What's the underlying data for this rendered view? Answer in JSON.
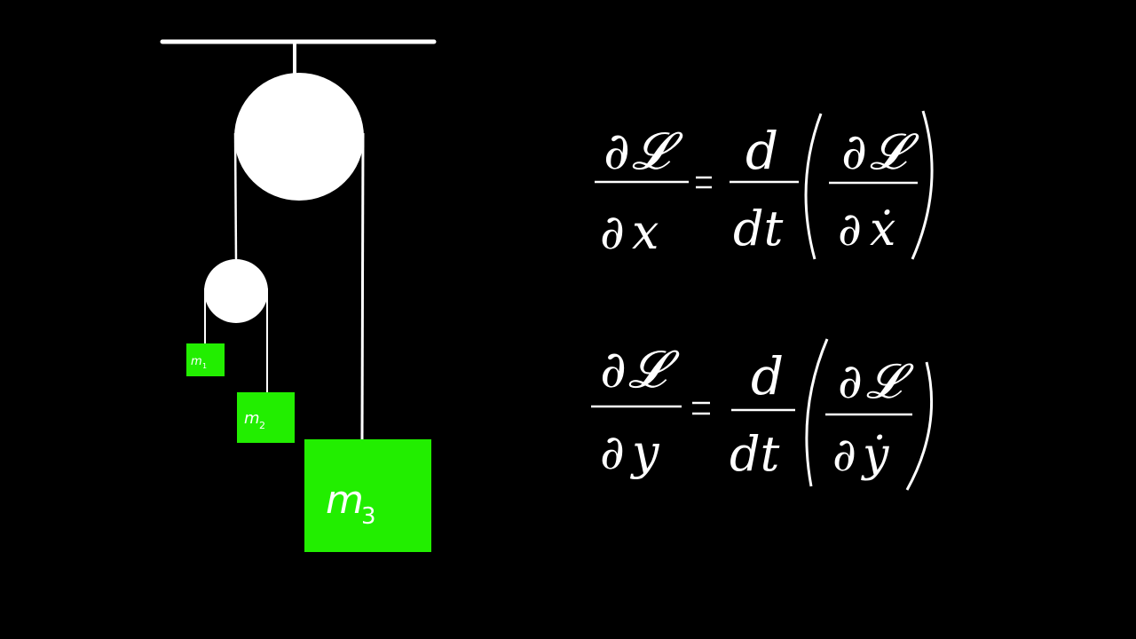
{
  "colors": {
    "background": "#000000",
    "chalk": "#ffffff",
    "mass": "#22ee00"
  },
  "masses": [
    {
      "label": "m",
      "subscript": "1"
    },
    {
      "label": "m",
      "subscript": "2"
    },
    {
      "label": "m",
      "subscript": "3"
    }
  ],
  "equations": [
    {
      "coordinate": "x",
      "lagrangian": "𝓛",
      "d": "d",
      "dt": "dt",
      "velocity": "ẋ"
    },
    {
      "coordinate": "y",
      "lagrangian": "𝓛",
      "d": "d",
      "dt": "dt",
      "velocity": "ẏ"
    }
  ]
}
